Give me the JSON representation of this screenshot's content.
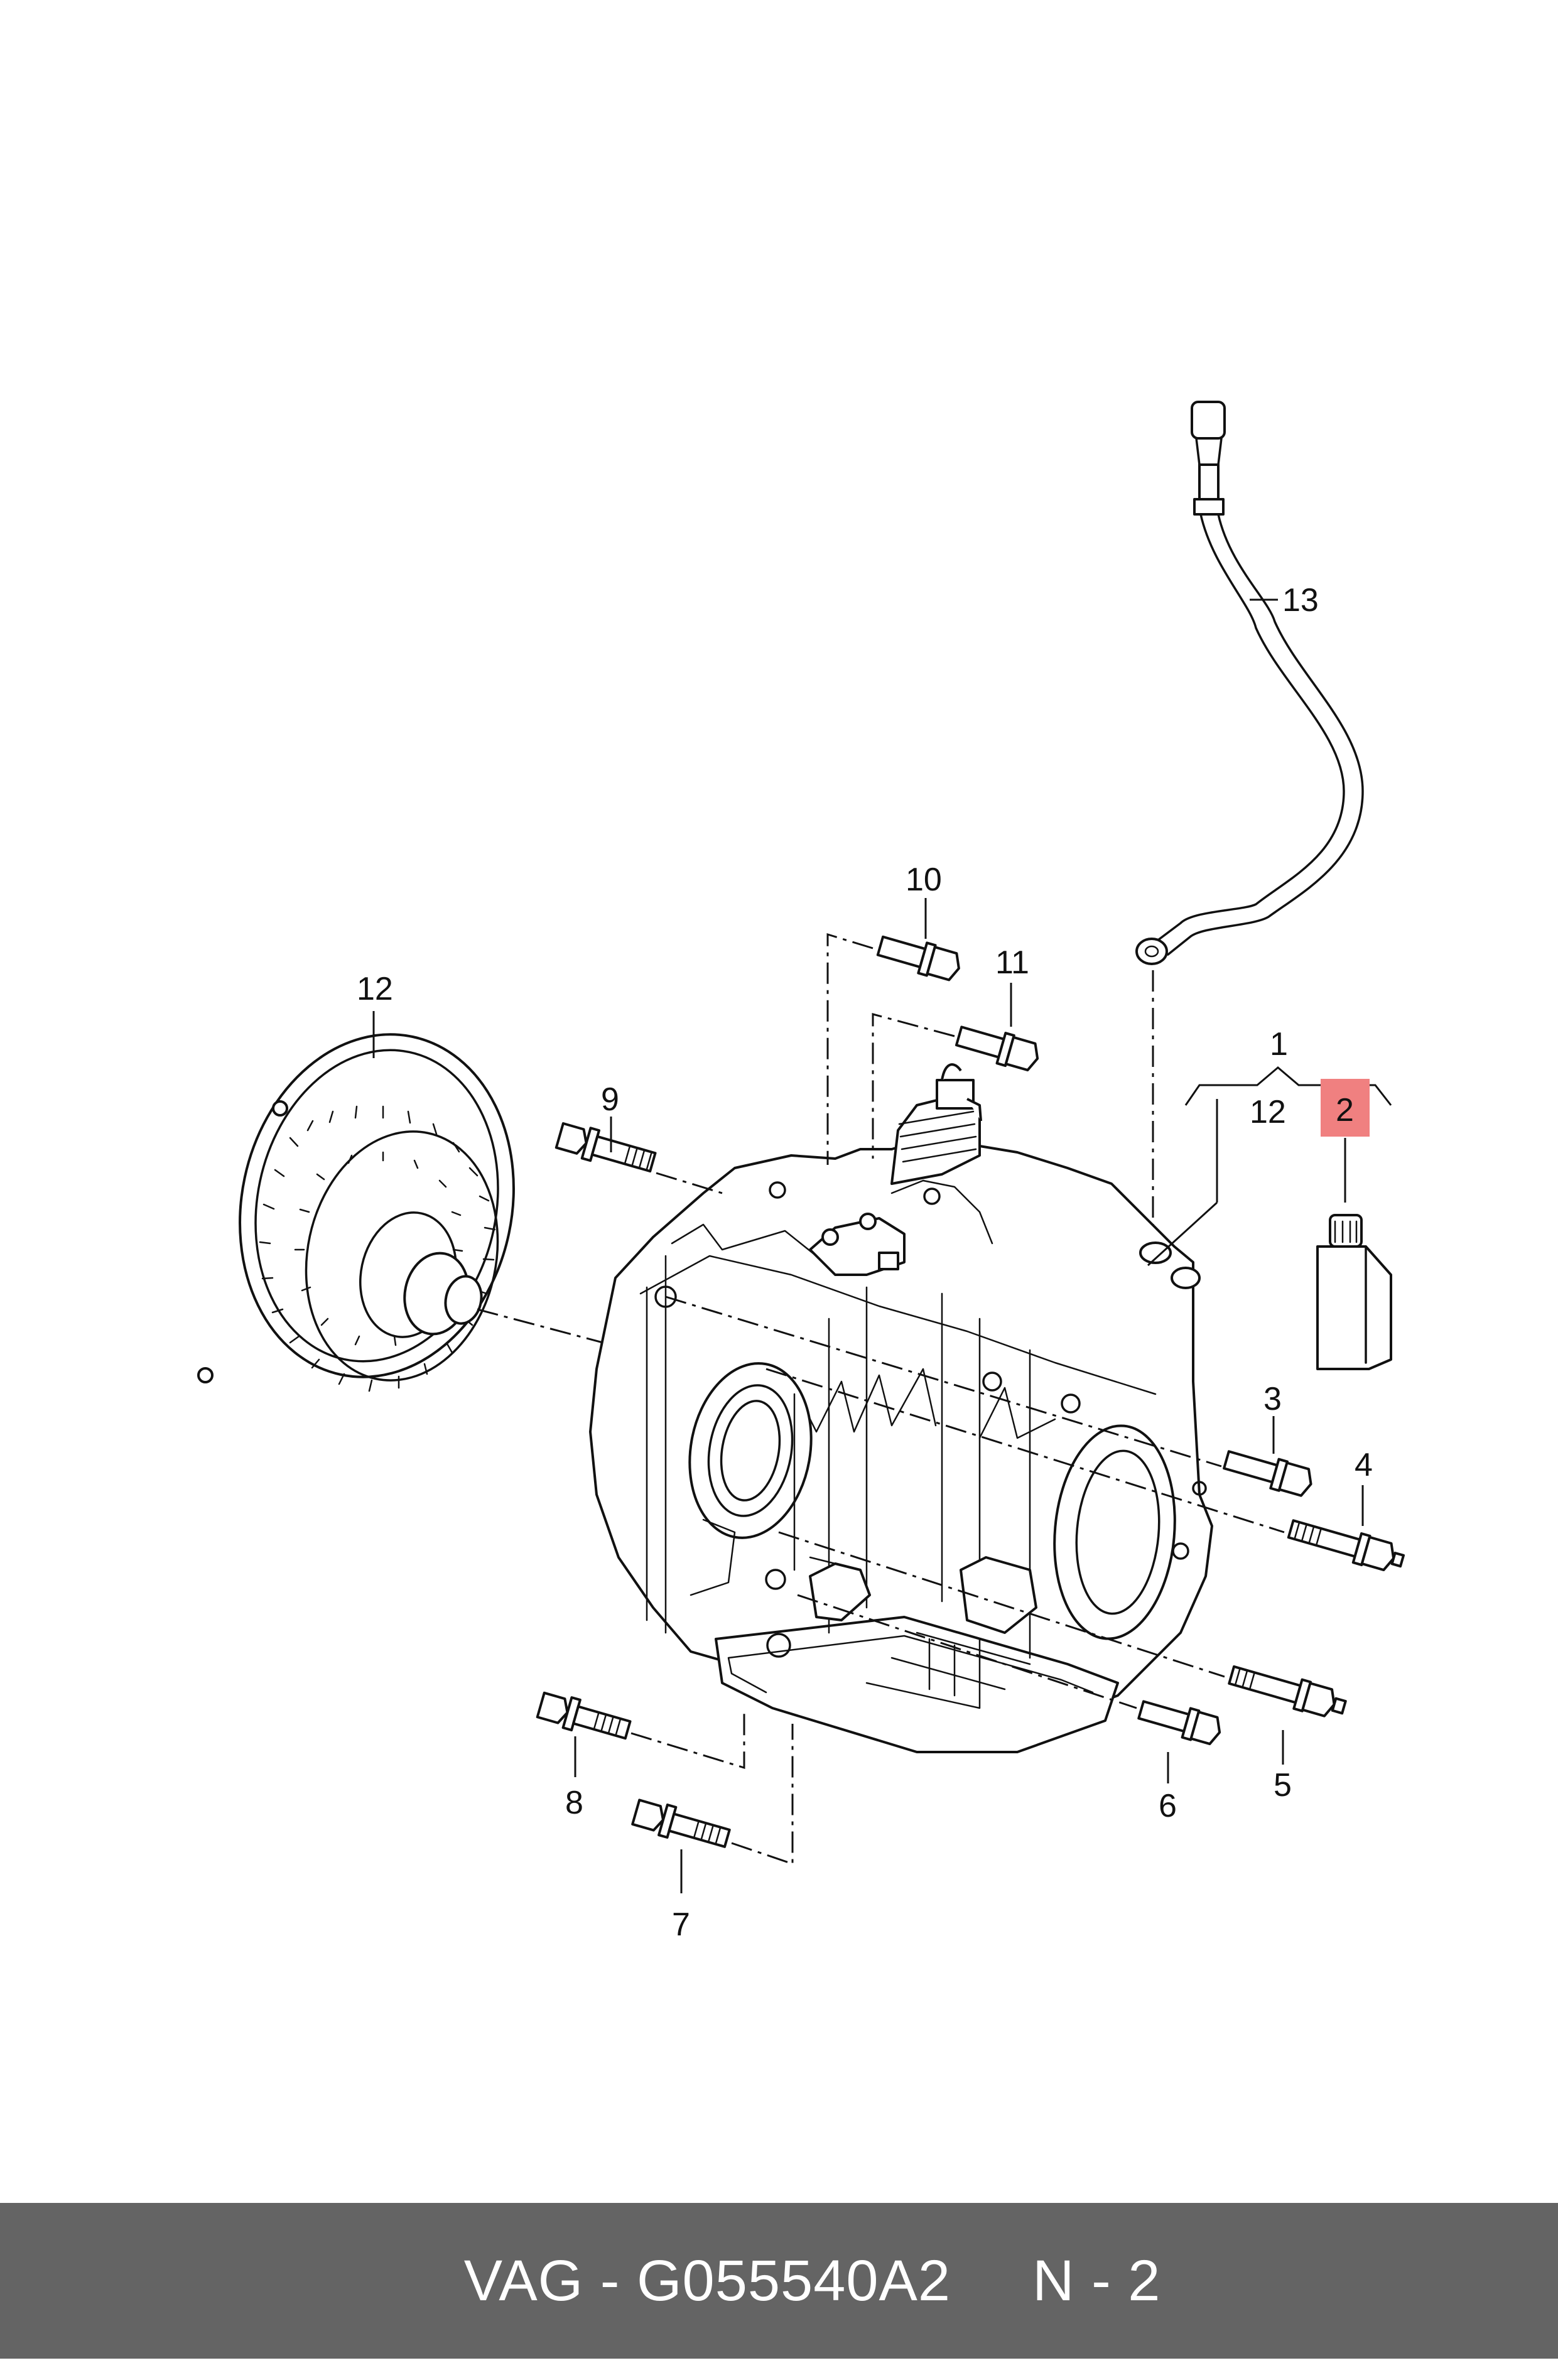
{
  "callouts": {
    "c1": "1",
    "c2": "2",
    "c3": "3",
    "c4": "4",
    "c5": "5",
    "c6": "6",
    "c7": "7",
    "c8": "8",
    "c9": "9",
    "c10": "10",
    "c11": "11",
    "c12": "12",
    "c12b": "12",
    "c13": "13"
  },
  "highlight": {
    "callout": "2",
    "color": "#f08080"
  },
  "footer": {
    "part_label": "VAG - G055540A2",
    "ref_label": "N - 2",
    "background": "#646464",
    "text_color": "#ffffff"
  }
}
